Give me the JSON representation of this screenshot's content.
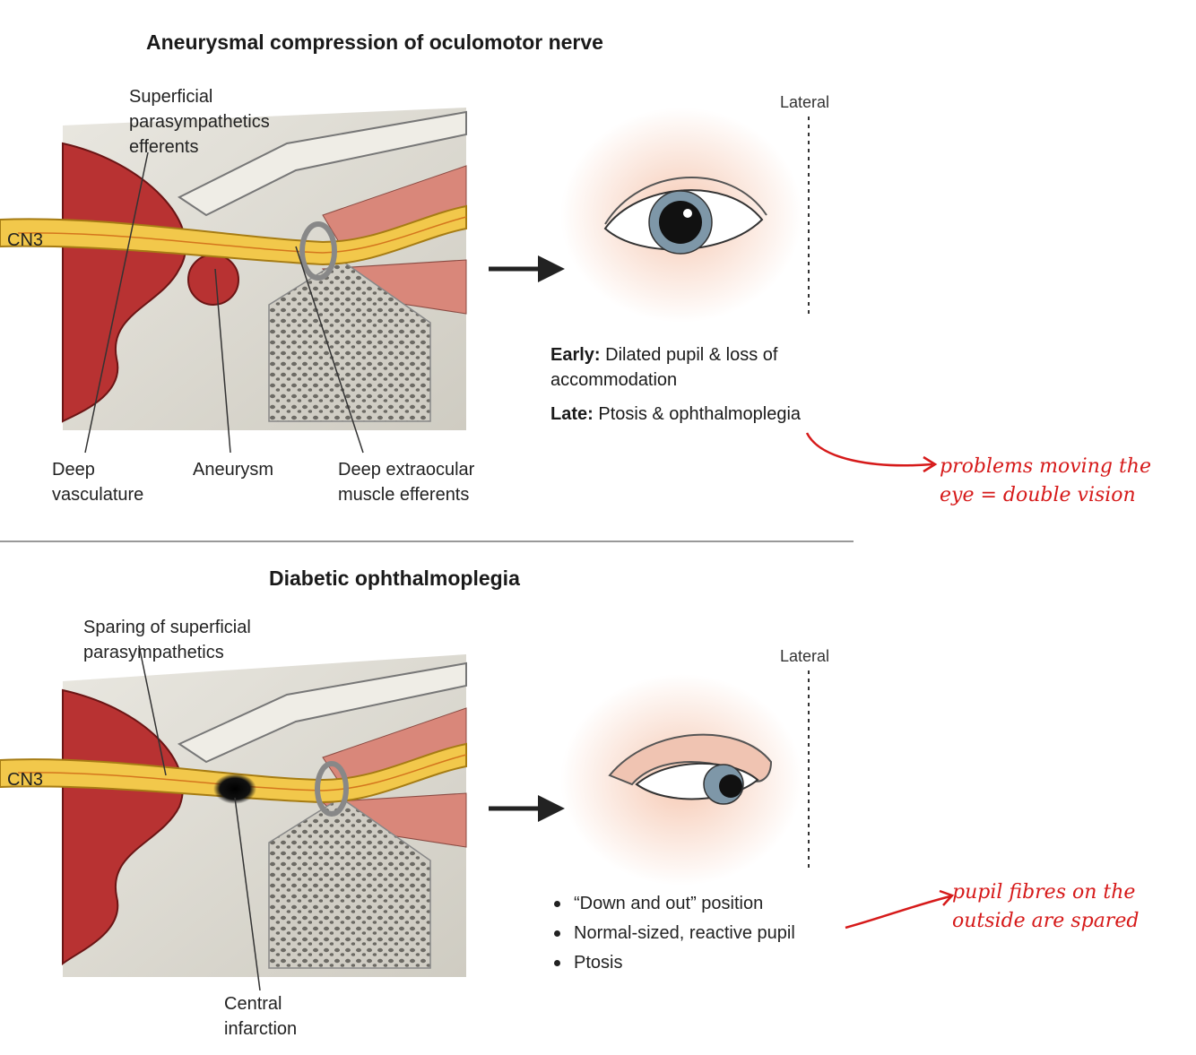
{
  "top": {
    "title": "Aneurysmal compression of oculomotor nerve",
    "cn3": "CN3",
    "label_superficial": "Superficial parasympathetics efferents",
    "label_deep_vasc": "Deep vasculature",
    "label_aneurysm": "Aneurysm",
    "label_deep_eom": "Deep extraocular muscle efferents",
    "lateral": "Lateral",
    "early_label": "Early:",
    "early_text": "Dilated pupil & loss of accommodation",
    "late_label": "Late:",
    "late_text": "Ptosis & ophthalmoplegia",
    "note": "problems moving the eye = double vision"
  },
  "bottom": {
    "title": "Diabetic ophthalmoplegia",
    "cn3": "CN3",
    "label_sparing": "Sparing of superficial parasympathetics",
    "label_infarction": "Central infarction",
    "lateral": "Lateral",
    "bullets": [
      "“Down and out” position",
      "Normal-sized, reactive pupil",
      "Ptosis"
    ],
    "note": "pupil fibres on the outside are spared"
  },
  "colors": {
    "artery": "#b83232",
    "nerve": "#f2c84b",
    "bone": "#d9d7cf",
    "skin": "#f7d6c6",
    "iris": "#7e97a8",
    "annotation": "#d61a1a"
  }
}
